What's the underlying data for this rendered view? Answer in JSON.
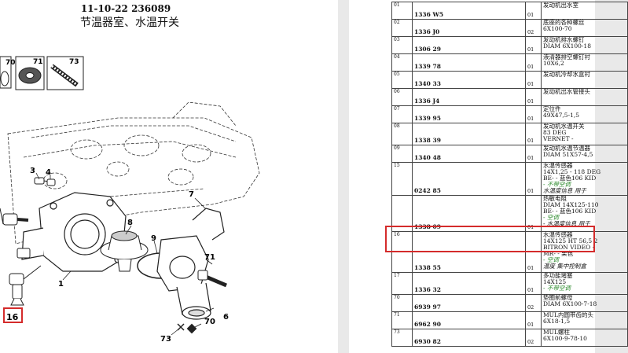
{
  "left": {
    "code": "11-10-22 236089",
    "title": "节温器室、水温开关",
    "callouts": {
      "c70a": "70",
      "c71a": "71",
      "c73a": "73",
      "c3": "3",
      "c4": "4",
      "c7": "7",
      "c8": "8",
      "c9": "9",
      "c1": "1",
      "c71b": "71",
      "c6": "6",
      "c70b": "70",
      "c73b": "73",
      "c16": "16"
    }
  },
  "rows": [
    {
      "ref": "01",
      "num": "1336 W5",
      "qty": "01",
      "desc": [
        "发动机出水室"
      ],
      "cls": ""
    },
    {
      "ref": "02",
      "num": "1336 J0",
      "qty": "02",
      "desc": [
        "底座的各种螺丝",
        "6X100-70"
      ],
      "cls": ""
    },
    {
      "ref": "03",
      "num": "1306 29",
      "qty": "01",
      "desc": [
        "发动机排水螺钉",
        "DIAM 6X100-18"
      ],
      "cls": ""
    },
    {
      "ref": "04",
      "num": "1339 78",
      "qty": "01",
      "desc": [
        "液清器排空螺钉衬",
        "10X6,2"
      ],
      "cls": ""
    },
    {
      "ref": "05",
      "num": "1340 33",
      "qty": "01",
      "desc": [
        "发动机冷却水盒衬"
      ],
      "cls": ""
    },
    {
      "ref": "06",
      "num": "1336 J4",
      "qty": "01",
      "desc": [
        "发动机出水管接头"
      ],
      "cls": ""
    },
    {
      "ref": "07",
      "num": "1339 95",
      "qty": "01",
      "desc": [
        "定位件",
        "49X47,5-1,5"
      ],
      "cls": ""
    },
    {
      "ref": "08",
      "num": "1338 39",
      "qty": "01",
      "desc": [
        "发动机水温开关",
        "83 DEG",
        "VERNET -"
      ],
      "cls": ""
    },
    {
      "ref": "09",
      "num": "1340 48",
      "qty": "01",
      "desc": [
        "发动机水温节温器",
        "DIAM 51X57-4,5"
      ],
      "cls": ""
    },
    {
      "ref": "15",
      "num": "0242 85",
      "qty": "01",
      "desc": [
        "水温传感器",
        "14X1,25 - 118 DEG",
        "BE- - 蓝色106 KID",
        "- 不带空调",
        "水温度信息 用于"
      ],
      "cls": "r15a"
    },
    {
      "ref": "",
      "num": "1338 09",
      "qty": "01",
      "desc": [
        "热敏电阻",
        "DIAM 14X125-110",
        "BE- - 蓝色106 KID",
        "- 空调",
        "- 水温度信息 用于"
      ],
      "cls": "r15b"
    },
    {
      "ref": "16",
      "num": "1338 55",
      "qty": "01",
      "desc": [
        "水温传感器",
        "14X125 HT 56,5 2",
        "BITRON VIDEO -",
        "MR- - 栗色",
        "- 空调",
        "温度 集中控制盒"
      ],
      "cls": "r16"
    },
    {
      "ref": "17",
      "num": "1336 32",
      "qty": "01",
      "desc": [
        "多功能堵塞",
        "14X125",
        "- 不带空调"
      ],
      "cls": ""
    },
    {
      "ref": "70",
      "num": "6939 97",
      "qty": "02",
      "desc": [
        "垫圈前螺母",
        "DIAM 6X100-7-18"
      ],
      "cls": ""
    },
    {
      "ref": "71",
      "num": "6962 90",
      "qty": "01",
      "desc": [
        "MUL内圆带齿的头",
        "6X18-1,5"
      ],
      "cls": ""
    },
    {
      "ref": "73",
      "num": "6930 82",
      "qty": "02",
      "desc": [
        "MUL螺柱",
        "6X100-9-78-10"
      ],
      "cls": ""
    }
  ]
}
